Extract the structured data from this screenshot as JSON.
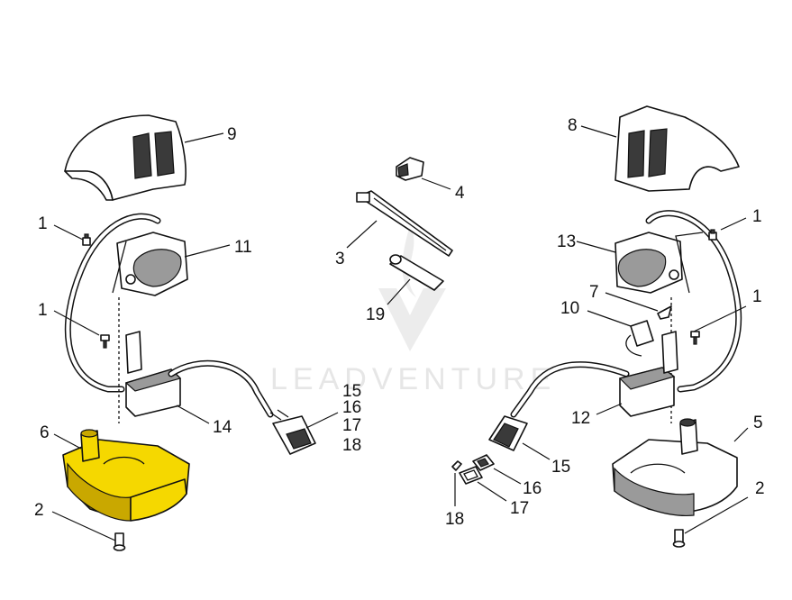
{
  "watermark": {
    "text": "LEADVENTURE"
  },
  "colors": {
    "highlight": "#f5d800",
    "ink": "#111111"
  },
  "callouts": {
    "c9": "9",
    "c11": "11",
    "c1a": "1",
    "c1b": "1",
    "c14": "14",
    "c6": "6",
    "c2a": "2",
    "c15a": "15",
    "c16a": "16",
    "c17a": "17",
    "c18a": "18",
    "c4": "4",
    "c3": "3",
    "c19": "19",
    "c8": "8",
    "c1c": "1",
    "c13": "13",
    "c7": "7",
    "c1d": "1",
    "c10": "10",
    "c12": "12",
    "c5": "5",
    "c15b": "15",
    "c16b": "16",
    "c2b": "2",
    "c17b": "17",
    "c18b": "18"
  }
}
